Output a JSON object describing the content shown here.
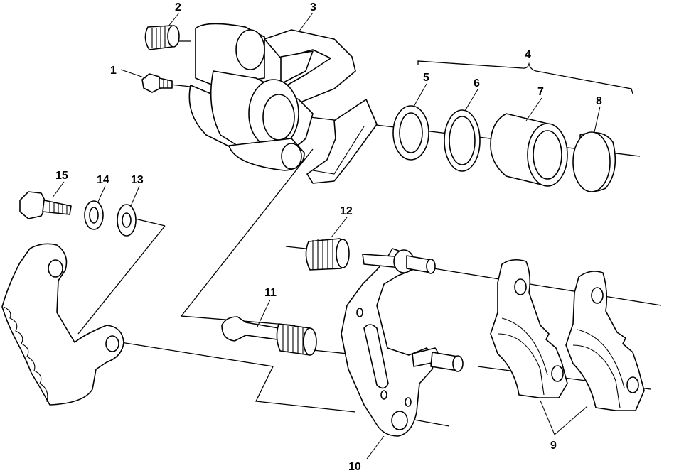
{
  "figure": {
    "background": "#ffffff",
    "line_color": "#000000"
  },
  "callouts": [
    {
      "id": "1",
      "label": "1",
      "part": "bleeder-valve"
    },
    {
      "id": "2",
      "label": "2",
      "part": "bleeder-cap"
    },
    {
      "id": "3",
      "label": "3",
      "part": "caliper-body"
    },
    {
      "id": "4",
      "label": "4",
      "part": "piston-kit-group"
    },
    {
      "id": "5",
      "label": "5",
      "part": "piston-seal"
    },
    {
      "id": "6",
      "label": "6",
      "part": "dust-seal"
    },
    {
      "id": "7",
      "label": "7",
      "part": "piston"
    },
    {
      "id": "8",
      "label": "8",
      "part": "piston-cap"
    },
    {
      "id": "9",
      "label": "9",
      "part": "brake-pads"
    },
    {
      "id": "10",
      "label": "10",
      "part": "caliper-bracket"
    },
    {
      "id": "11",
      "label": "11",
      "part": "slide-pin-with-boot"
    },
    {
      "id": "12",
      "label": "12",
      "part": "pin-boot"
    },
    {
      "id": "13",
      "label": "13",
      "part": "flat-washer"
    },
    {
      "id": "14",
      "label": "14",
      "part": "lock-washer"
    },
    {
      "id": "15",
      "label": "15",
      "part": "mounting-bolt"
    }
  ]
}
